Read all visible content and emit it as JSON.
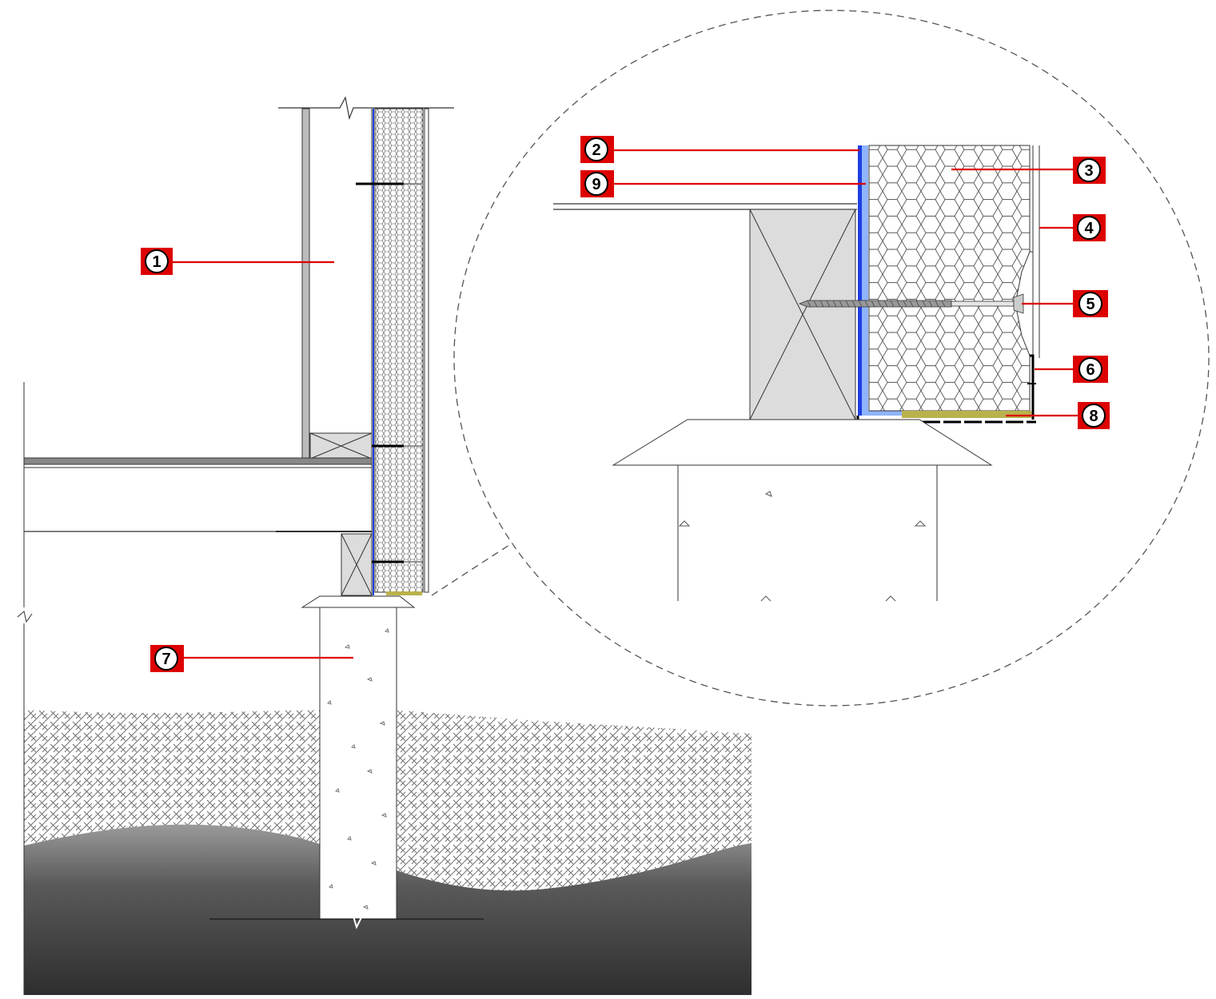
{
  "callouts": [
    {
      "id": "callout-1",
      "label": "1"
    },
    {
      "id": "callout-2",
      "label": "2"
    },
    {
      "id": "callout-3",
      "label": "3"
    },
    {
      "id": "callout-4",
      "label": "4"
    },
    {
      "id": "callout-5",
      "label": "5"
    },
    {
      "id": "callout-6",
      "label": "6"
    },
    {
      "id": "callout-7",
      "label": "7"
    },
    {
      "id": "callout-8",
      "label": "8"
    },
    {
      "id": "callout-9",
      "label": "9"
    }
  ],
  "colors": {
    "callout_fill": "#dd0000",
    "leader_line": "#dd0000",
    "membrane_blue": "#1f3fe0",
    "membrane_light_blue": "#8fb4ff",
    "bottom_track": "#b9b24c",
    "wood_gray": "#dcdcdc",
    "soil_dark": "#3a3a3a"
  }
}
